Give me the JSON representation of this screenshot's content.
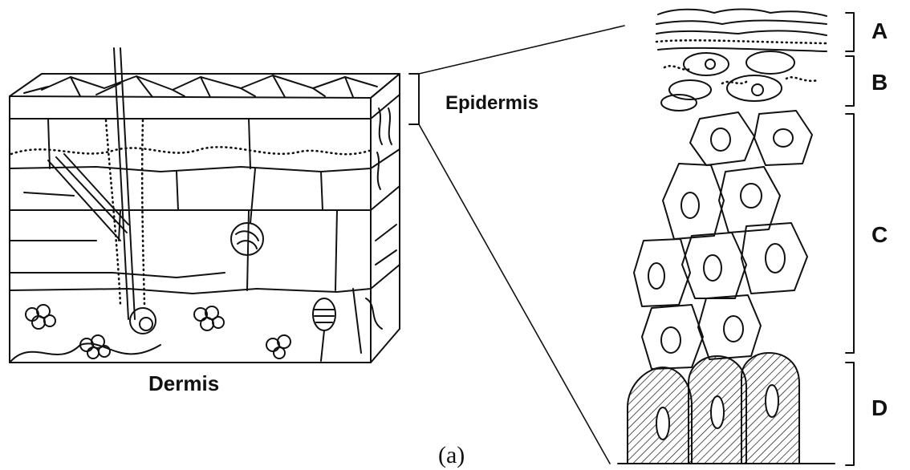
{
  "labels": {
    "epidermis": "Epidermis",
    "dermis": "Dermis",
    "caption": "(a)",
    "layer_a": "A",
    "layer_b": "B",
    "layer_c": "C",
    "layer_d": "D"
  },
  "colors": {
    "ink": "#111111",
    "background": "#ffffff"
  },
  "icons": [
    "skin-block-illustration",
    "epidermis-cell-column-illustration"
  ]
}
